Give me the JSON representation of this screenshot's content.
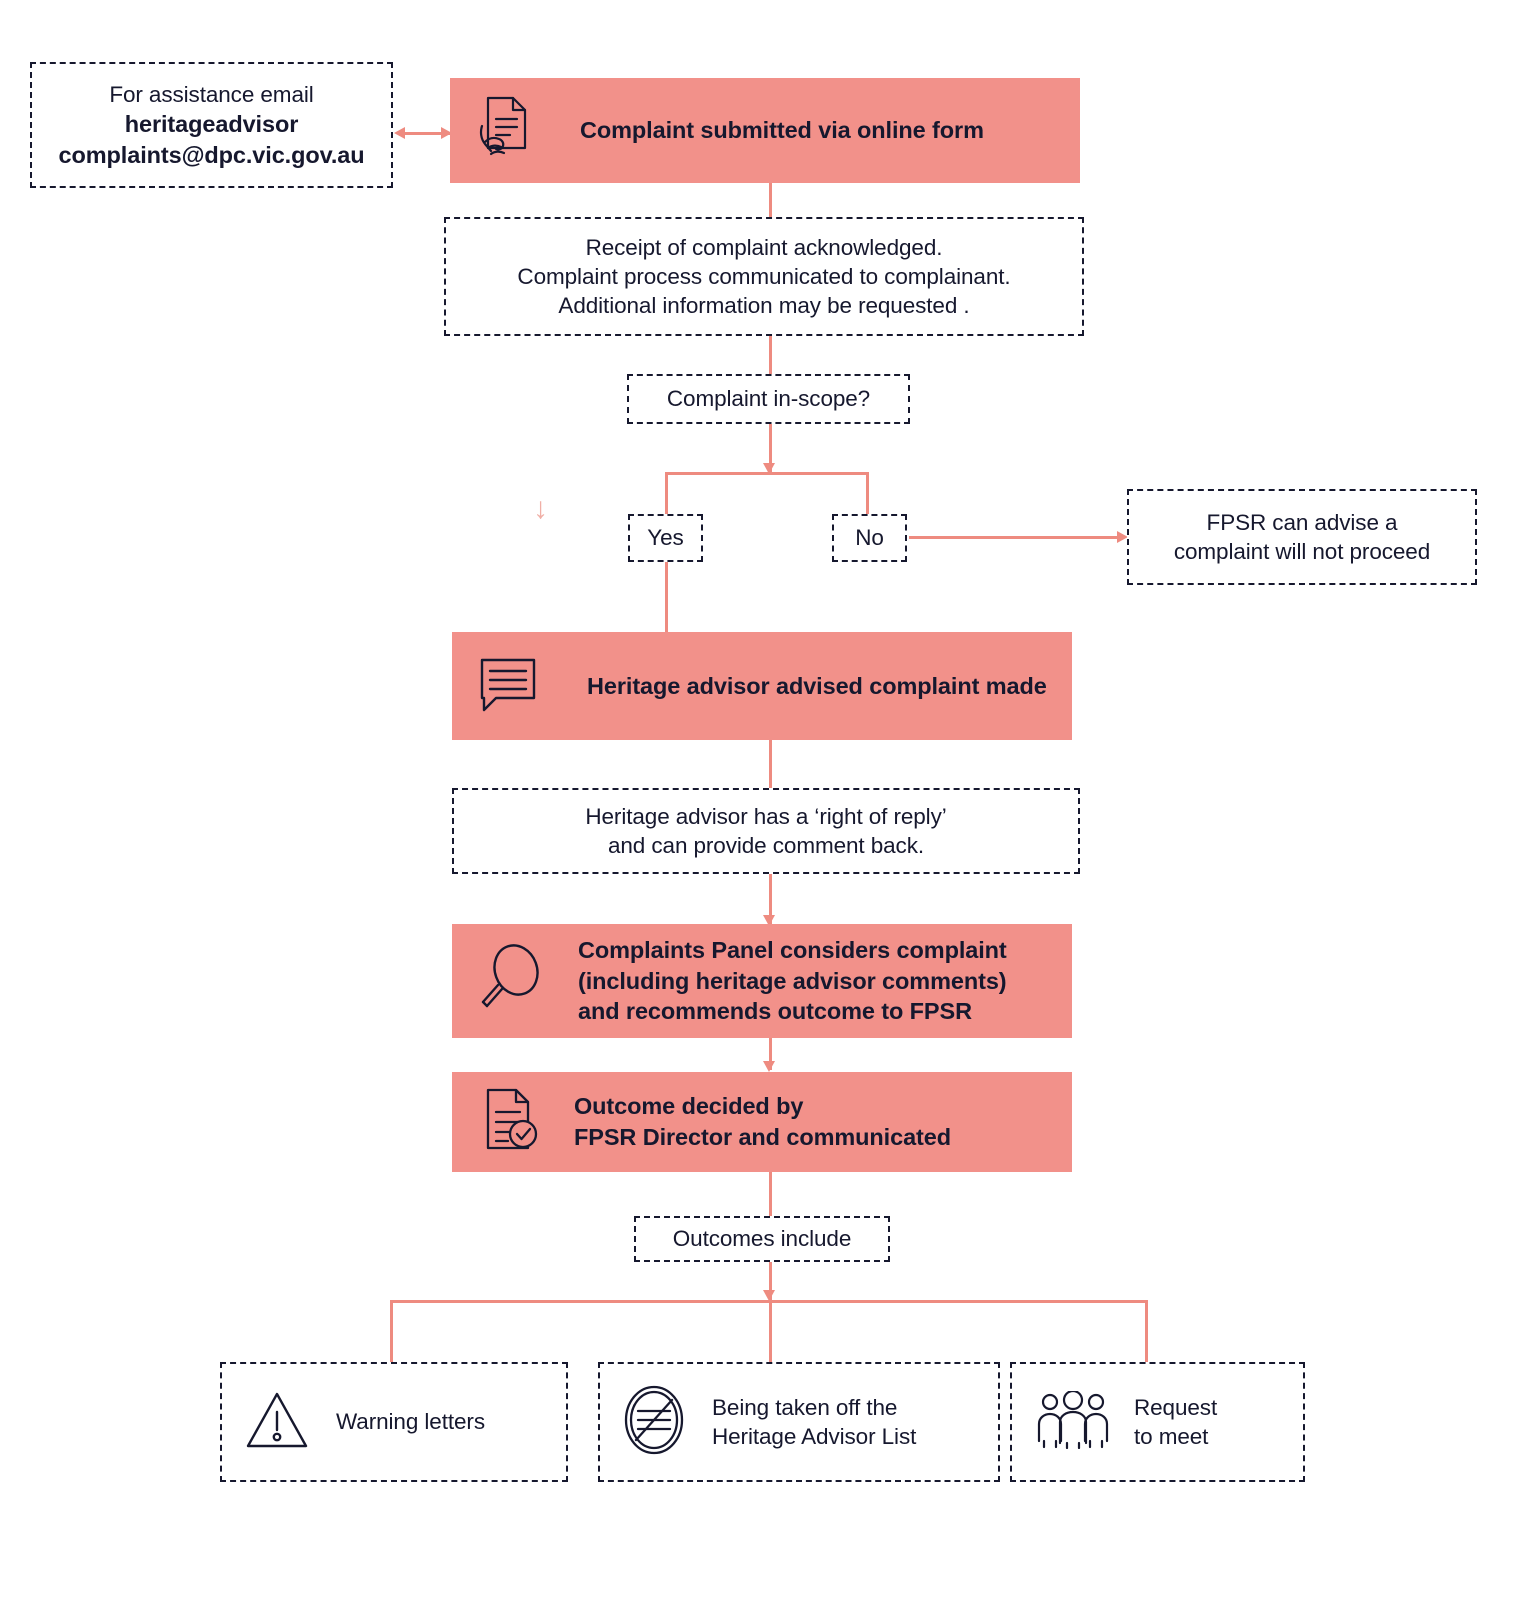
{
  "diagram": {
    "title": "Heritage advisor complaints process flowchart",
    "colors": {
      "node_fill": "#F2918A",
      "connector": "#EE8B80",
      "dashed_border": "#16182E",
      "text": "#16182E",
      "background": "#FFFFFF"
    }
  },
  "nodes": {
    "assistance_email": {
      "text": "For assistance email\nheritageadvisor\ncomplaints@dpc.vic.gov.au",
      "line1": "For assistance email",
      "line2": "heritageadvisor",
      "line3": "complaints@dpc.vic.gov.au",
      "style": "dashed"
    },
    "complaint_submitted": {
      "text": "Complaint submitted via online form",
      "icon": "document-hand-icon",
      "style": "filled"
    },
    "receipt_acknowledged": {
      "text": "Receipt of complaint acknowledged.\nComplaint process communicated to complainant.\nAdditional information may be requested .",
      "style": "dashed"
    },
    "in_scope_question": {
      "text": "Complaint in-scope?",
      "style": "dashed"
    },
    "branch_yes": {
      "text": "Yes",
      "style": "dashed"
    },
    "branch_no": {
      "text": "No",
      "style": "dashed"
    },
    "fpsr_not_proceed": {
      "text": "FPSR can advise a\ncomplaint will not proceed",
      "style": "dashed"
    },
    "advisor_advised": {
      "text": "Heritage advisor advised complaint made",
      "icon": "speech-bubble-icon",
      "style": "filled"
    },
    "right_of_reply": {
      "text": "Heritage advisor has a ‘right of reply’\nand can provide comment back.",
      "style": "dashed"
    },
    "complaints_panel": {
      "text": "Complaints Panel considers complaint\n(including heritage advisor comments)\nand recommends outcome to FPSR",
      "icon": "magnifying-glass-icon",
      "style": "filled"
    },
    "outcome_decided": {
      "text": "Outcome decided by\nFPSR Director and communicated",
      "icon": "document-check-icon",
      "style": "filled"
    },
    "outcomes_include": {
      "text": "Outcomes include",
      "style": "dashed"
    },
    "outcome_warning_letters": {
      "text": "Warning letters",
      "icon": "warning-triangle-icon",
      "style": "dashed"
    },
    "outcome_taken_off_list": {
      "text": "Being taken off the\nHeritage Advisor List",
      "icon": "prohibition-list-icon",
      "style": "dashed"
    },
    "outcome_request_meet": {
      "text": "Request\nto meet",
      "icon": "people-group-icon",
      "style": "dashed"
    }
  }
}
